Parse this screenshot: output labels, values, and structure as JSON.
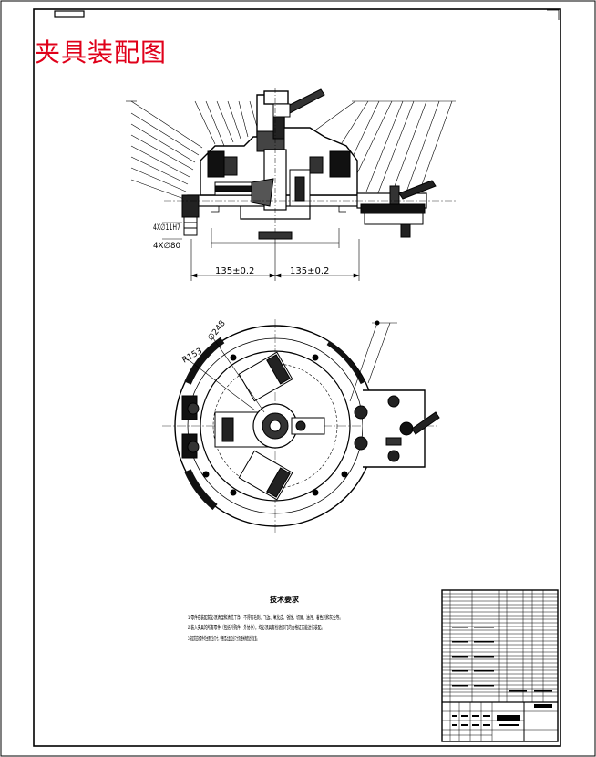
{
  "drawing": {
    "title": "夹具装配图",
    "front_view": {
      "dim_hole": "4X∅11H7",
      "dim_pitch": "4X∅80",
      "dim_left": "135±0.2",
      "dim_right": "135±0.2"
    },
    "top_view": {
      "dim_radius": "R153",
      "dim_diameter": "∅248"
    },
    "tech_requirements": {
      "heading": "技术要求",
      "items": [
        "1.零件在装配前必须清理和清洗干净，不得有毛刺、飞边、氧化皮、锈蚀、切屑、油污、着色剂和灰尘等。",
        "2.装入夹具的所有零件（包括外购件、外协件），均必须具有检验部门的合格证方能进行装配。",
        "3.装配前应对零件的主要配合尺寸，特别是过盈配合尺寸及相关精度进行复查。"
      ]
    },
    "colors": {
      "title": "#e0001a",
      "line": "#000000"
    }
  }
}
